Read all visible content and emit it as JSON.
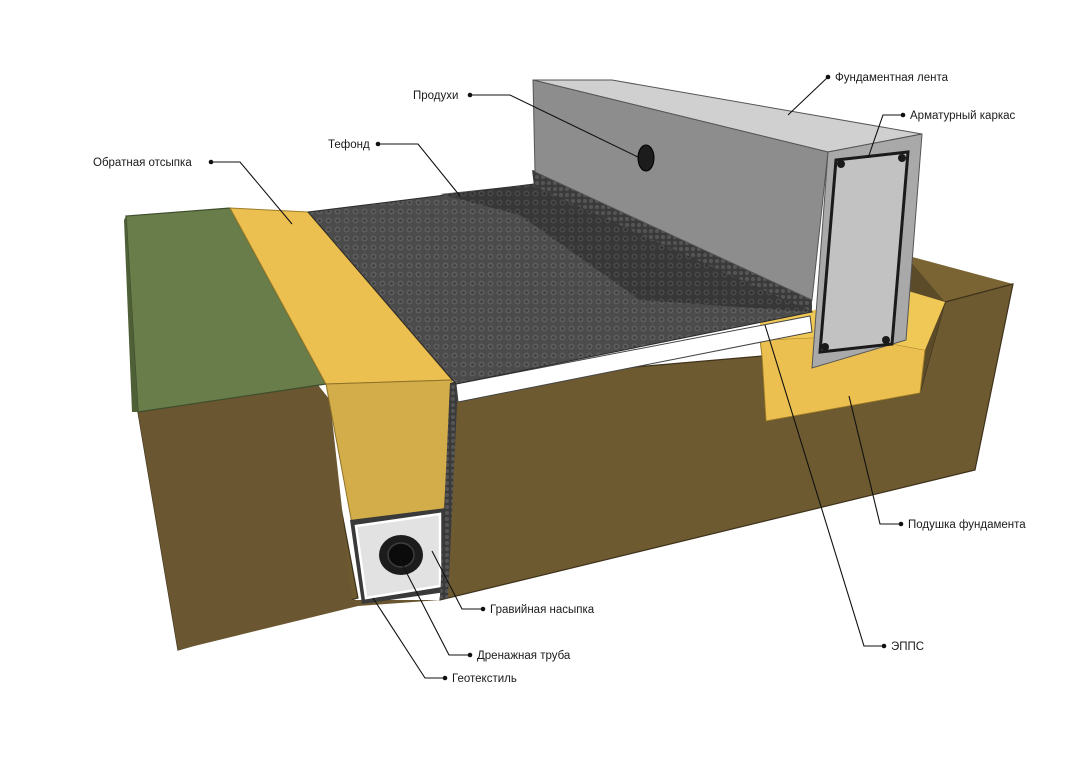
{
  "labels": {
    "foundation_strip": "Фундаментная лента",
    "rebar_cage": "Арматурный каркас",
    "vents": "Продухи",
    "tefond": "Тефонд",
    "backfill": "Обратная отсыпка",
    "foundation_cushion": "Подушка фундамента",
    "gravel_fill": "Гравийная насыпка",
    "epps": "ЭППС",
    "drain_pipe": "Дренажная труба",
    "geotextile": "Геотекстиль"
  },
  "colors": {
    "soil": "#6e5a31",
    "grass": "#687d4a",
    "sand": "#ecc050",
    "membrane": "#4a4a4a",
    "concrete": "#8c8c8c",
    "epps": "#ffffff"
  }
}
